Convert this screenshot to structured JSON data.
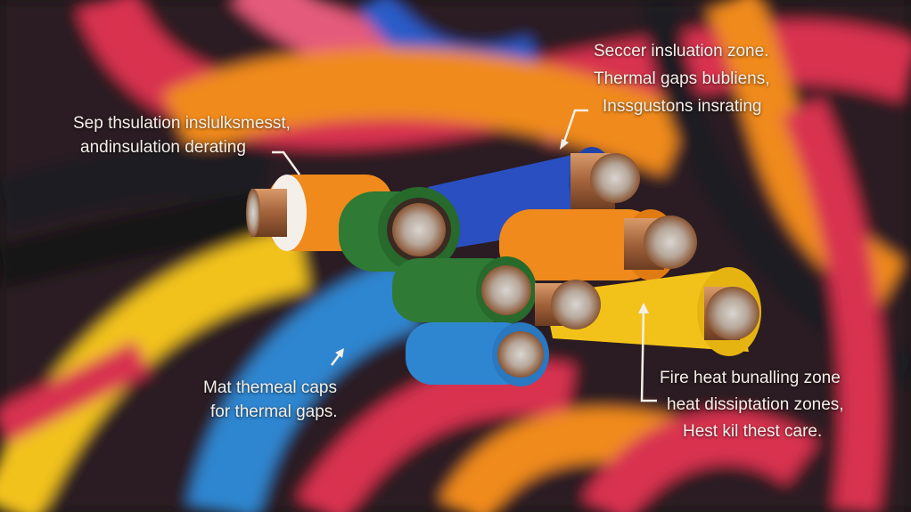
{
  "image": {
    "subject": "Close-up of a bundle of colorful insulated electrical cables with exposed copper conductor ends",
    "cable_colors": {
      "red": "#d8334f",
      "pink": "#e45a7a",
      "orange": "#f08a1c",
      "yellow": "#f2c21a",
      "blue": "#2a5cc8",
      "light_blue": "#2f86d0",
      "green": "#2f7a34",
      "black": "#1c1c20",
      "copper": "#b8754a",
      "strand": "#c9c9cc"
    }
  },
  "annotations": [
    {
      "id": "top-left",
      "lines": [
        "Sep thsulation inslulksmesst,",
        "andinsulation derating"
      ]
    },
    {
      "id": "top-right",
      "lines": [
        "Seccer insluation zone.",
        "Thermal gaps bubliens,",
        "Inssgustons insrating"
      ]
    },
    {
      "id": "bottom-left",
      "lines": [
        "Mat themeal caps",
        "for thermal gaps."
      ]
    },
    {
      "id": "bottom-right",
      "lines": [
        "Fire heat bunalling zone",
        "heat dissiptation zones,",
        "Hest kil thest care."
      ]
    }
  ]
}
